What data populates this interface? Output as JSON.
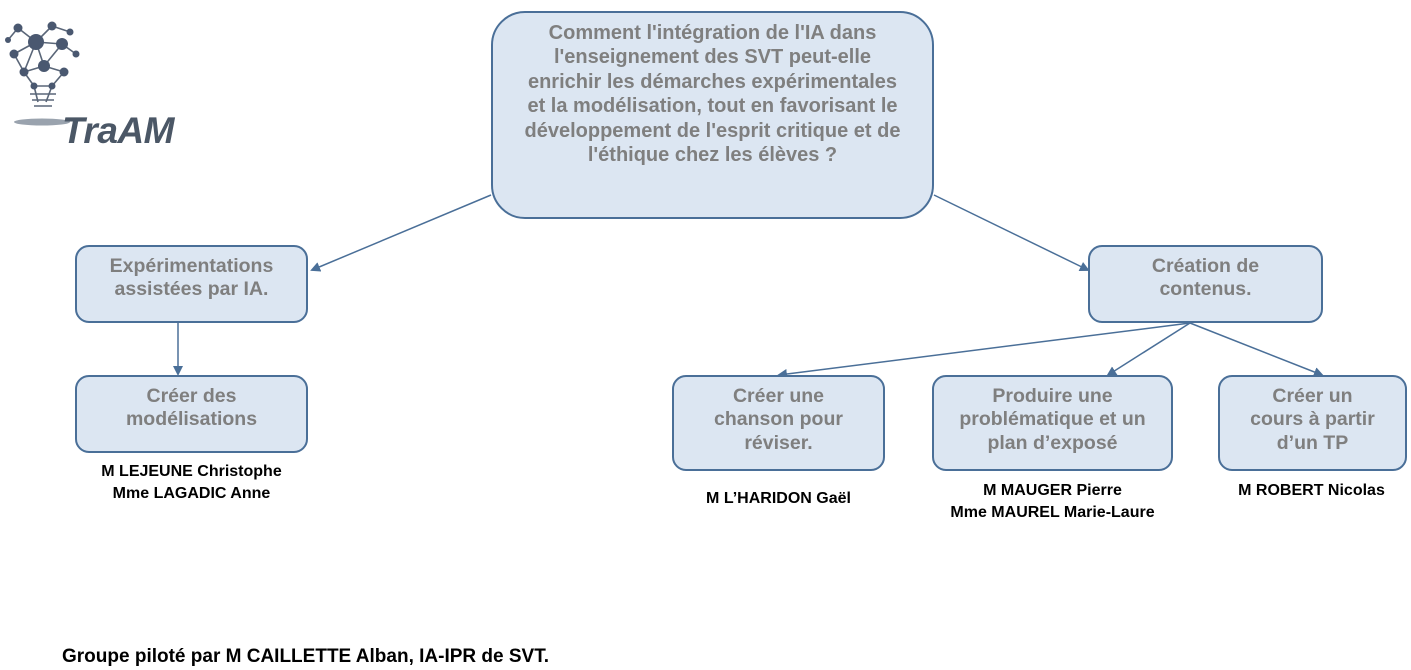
{
  "logo": {
    "text": "TraAM",
    "icon": "lightbulb-network-icon"
  },
  "root": {
    "question": "Comment l'intégration de l'IA dans\nl'enseignement des SVT peut-elle\nenrichir les démarches expérimentales\net la modélisation, tout en favorisant le\ndéveloppement de l'esprit critique et de\nl'éthique chez les élèves ?"
  },
  "branches": [
    {
      "label": "Expérimentations\nassistées par IA.",
      "children": [
        {
          "label": "Créer des\nmodélisations",
          "people": "M LEJEUNE Christophe\nMme LAGADIC Anne"
        }
      ]
    },
    {
      "label": "Création de\ncontenus.",
      "children": [
        {
          "label": "Créer  une\nchanson pour\nréviser.",
          "people": "M L’HARIDON Gaël"
        },
        {
          "label": "Produire une\nproblématique et un\nplan d’exposé",
          "people": "M MAUGER Pierre\nMme MAUREL Marie-Laure"
        },
        {
          "label": "Créer un\ncours à partir\nd’un TP",
          "people": "M ROBERT Nicolas"
        }
      ]
    }
  ],
  "footer": {
    "text": "Groupe piloté par M CAILLETTE Alban, IA-IPR de SVT."
  },
  "colors": {
    "box_fill": "#dce6f2",
    "box_border": "#4a6f98",
    "box_text": "#7f7f7f",
    "connector": "#4a6f98",
    "logo_text": "#4b5766"
  }
}
